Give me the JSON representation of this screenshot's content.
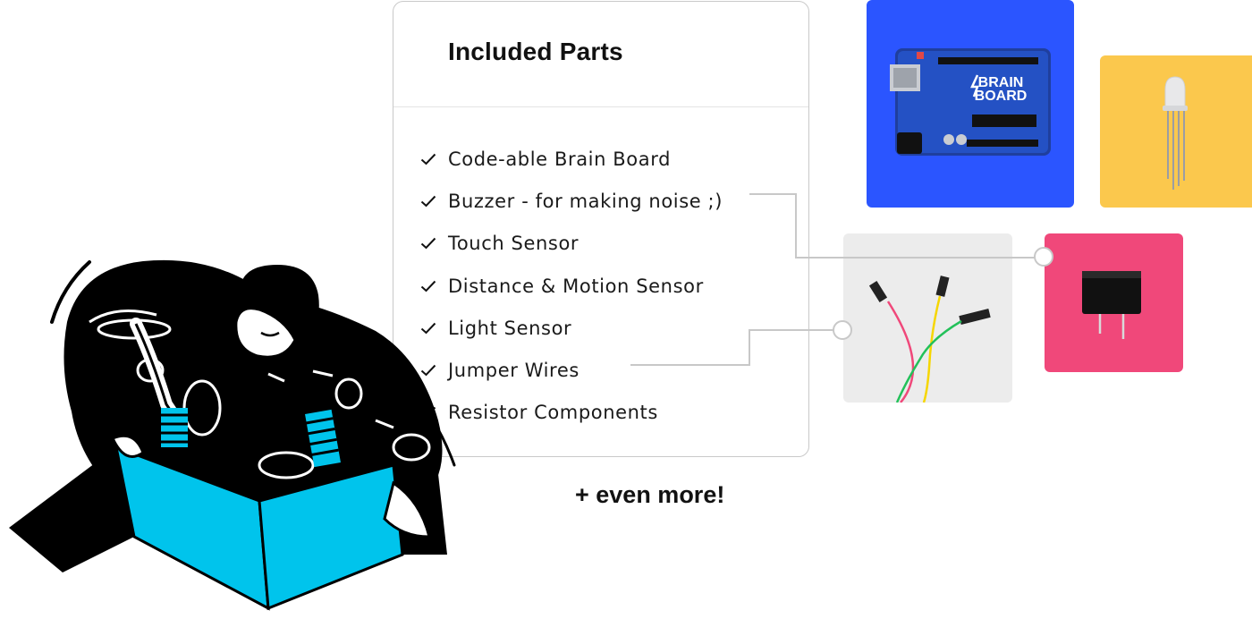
{
  "card": {
    "title": "Included Parts",
    "items": [
      "Code-able Brain Board",
      "Buzzer - for making noise ;)",
      "Touch Sensor",
      "Distance & Motion Sensor",
      "Light Sensor",
      "Jumper Wires",
      "Resistor Components"
    ]
  },
  "footer": {
    "more": "+ even more!"
  },
  "board_logo": {
    "line1": "BRAIN",
    "line2": "BOARD"
  },
  "colors": {
    "board_tile": "#2b55ff",
    "led_tile": "#fbc84d",
    "wires_tile": "#ececec",
    "buzzer_tile": "#f0487a",
    "box": "#00c4ec",
    "ink": "#000000"
  },
  "icons": {
    "check": "check-icon",
    "board": "brain-board-image",
    "led": "rgb-led-image",
    "wires": "jumper-wires-image",
    "buzzer": "buzzer-image"
  }
}
